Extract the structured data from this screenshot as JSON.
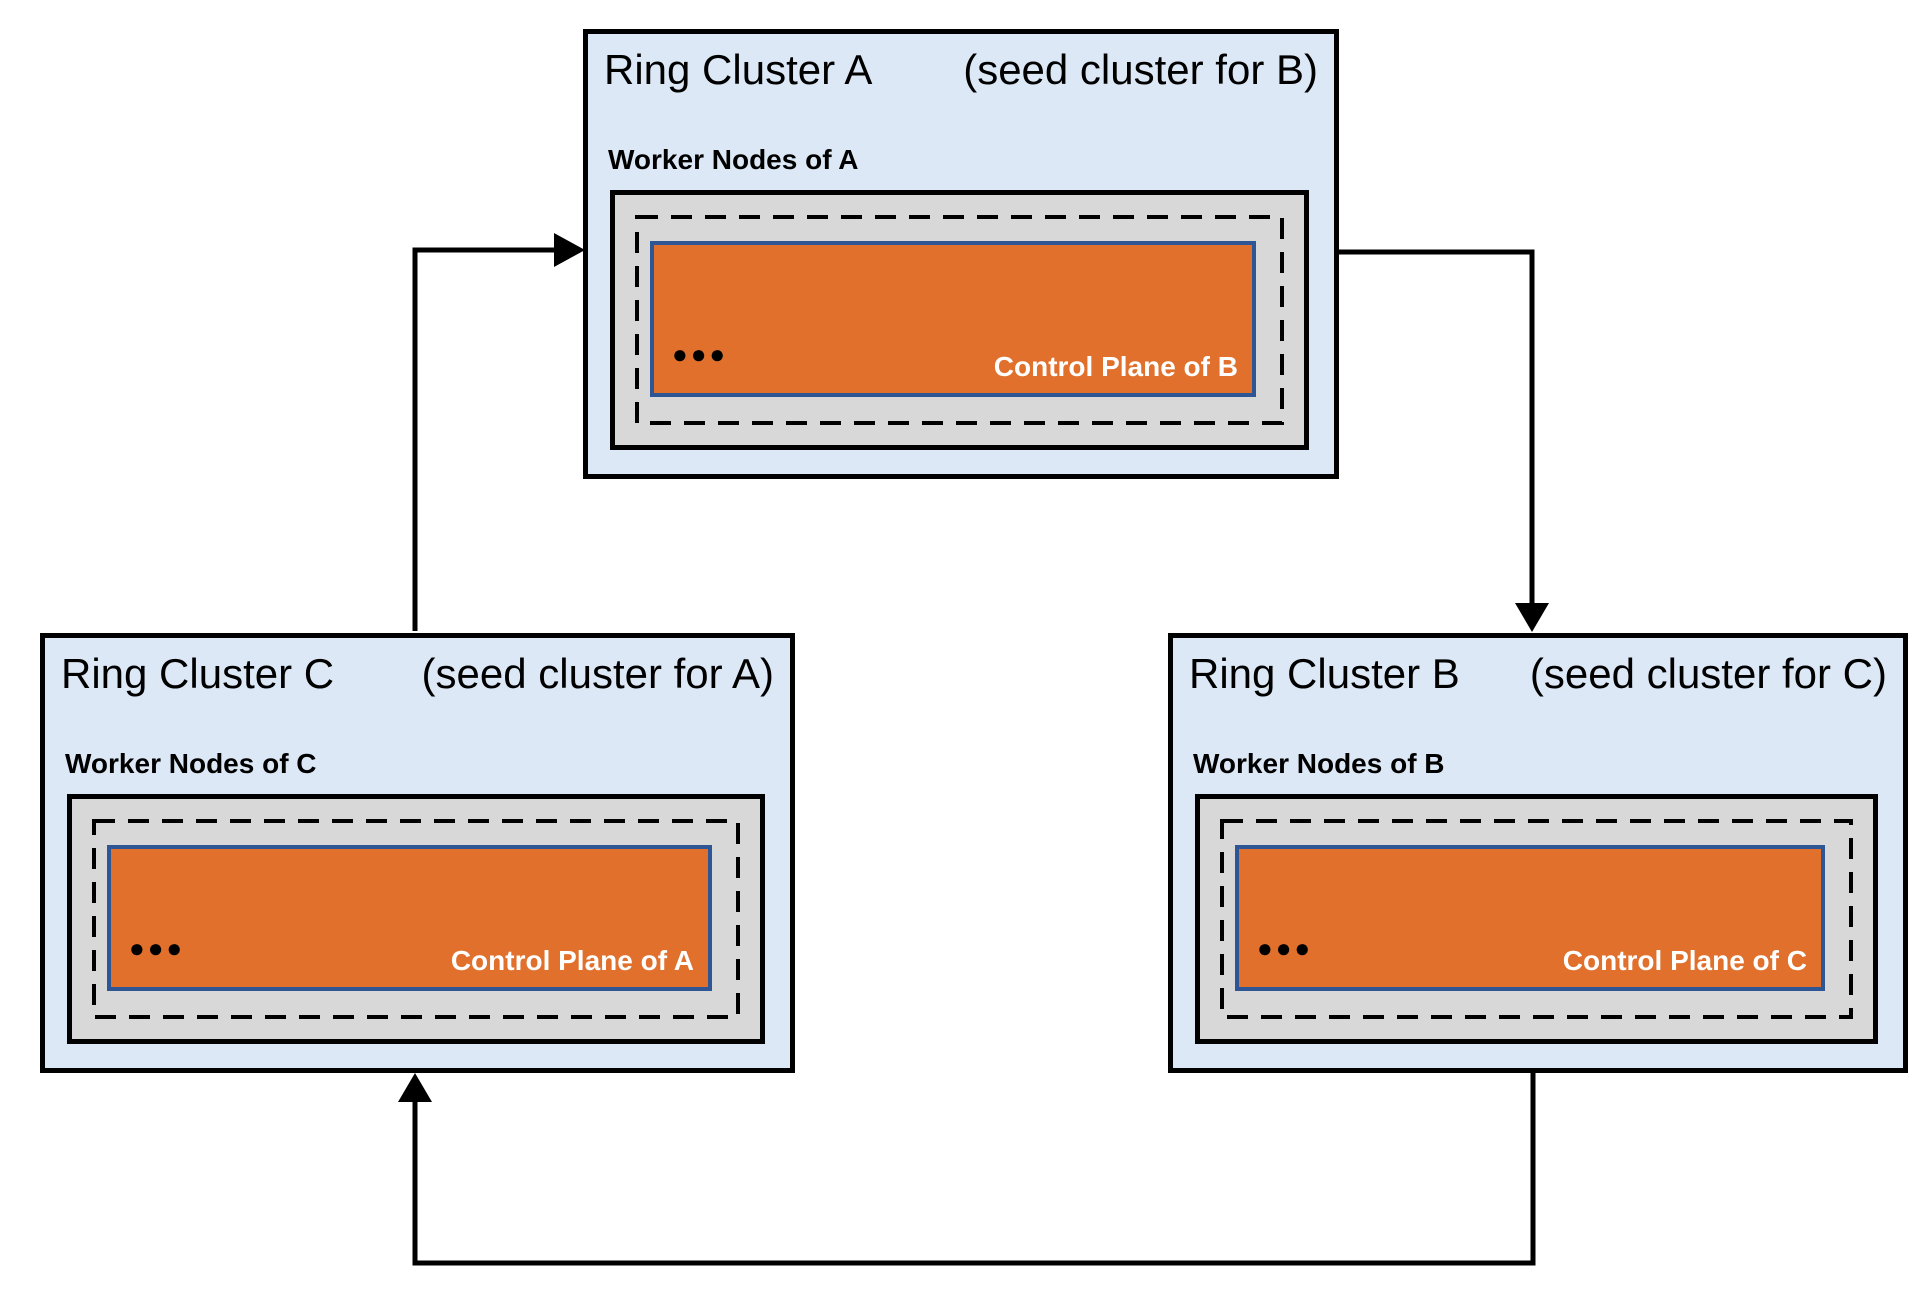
{
  "clusters": [
    {
      "id": "A",
      "title": "Ring Cluster A",
      "subtitle": "(seed cluster for B)",
      "worker_label": "Worker Nodes of A",
      "dots": "●●●",
      "control_plane_label": "Control Plane of B"
    },
    {
      "id": "C",
      "title": "Ring Cluster C",
      "subtitle": "(seed cluster for A)",
      "worker_label": "Worker Nodes of C",
      "dots": "●●●",
      "control_plane_label": "Control Plane of A"
    },
    {
      "id": "B",
      "title": "Ring Cluster B",
      "subtitle": "(seed cluster for C)",
      "worker_label": "Worker Nodes of B",
      "dots": "●●●",
      "control_plane_label": "Control Plane of C"
    }
  ],
  "arrows": [
    {
      "from": "Ring Cluster C",
      "to": "Ring Cluster A"
    },
    {
      "from": "Ring Cluster A",
      "to": "Ring Cluster B"
    },
    {
      "from": "Ring Cluster B",
      "to": "Ring Cluster C"
    }
  ],
  "colors": {
    "cluster_bg": "#dce8f5",
    "node_bg": "#d8d8d8",
    "control_plane_bg": "#e0702c",
    "control_plane_border": "#2e5694",
    "line": "#000000",
    "text": "#000000",
    "control_plane_text": "#ffffff"
  }
}
